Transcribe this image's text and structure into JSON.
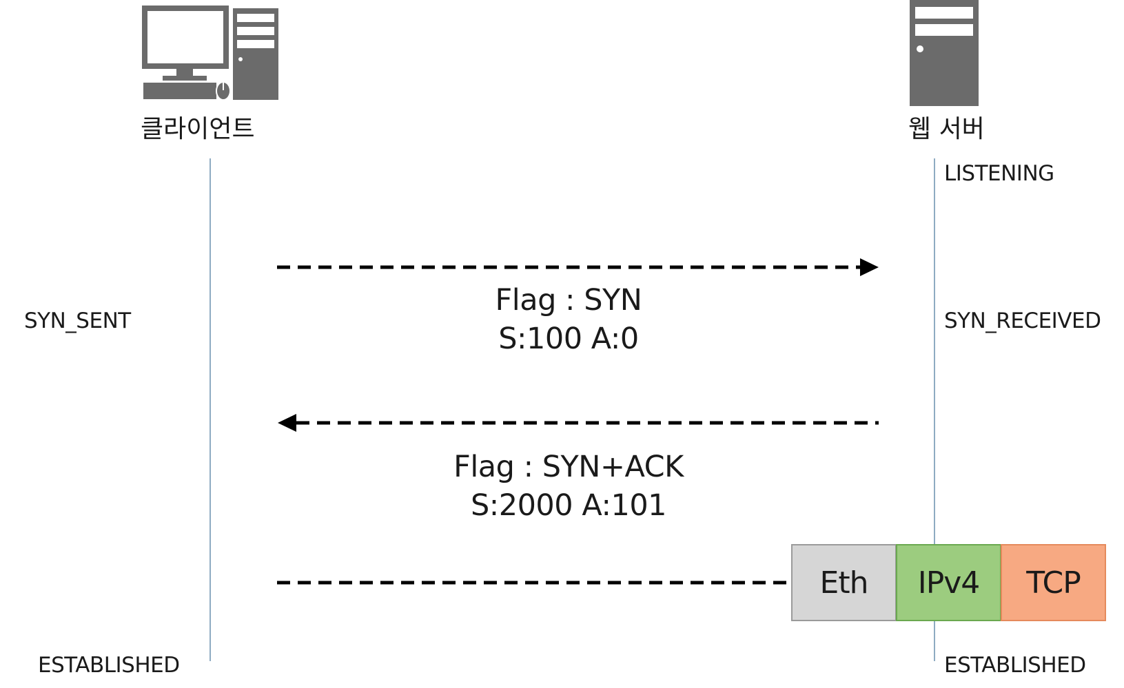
{
  "nodes": {
    "client": {
      "label": "클라이언트",
      "icon": "desktop-computer-icon"
    },
    "server": {
      "label": "웹 서버",
      "icon": "server-tower-icon"
    }
  },
  "states": {
    "server_listening": "LISTENING",
    "client_syn_sent": "SYN_SENT",
    "server_syn_received": "SYN_RECEIVED",
    "client_established": "ESTABLISHED",
    "server_established": "ESTABLISHED"
  },
  "messages": [
    {
      "direction": "client-to-server",
      "flag": "Flag : SYN",
      "seq_ack": "S:100 A:0"
    },
    {
      "direction": "server-to-client",
      "flag": "Flag : SYN+ACK",
      "seq_ack": "S:2000 A:101"
    },
    {
      "direction": "client-to-server",
      "flag": "",
      "seq_ack": ""
    }
  ],
  "packet": {
    "layers": [
      {
        "label": "Eth",
        "color": "#d6d6d6",
        "border": "#9a9a9a"
      },
      {
        "label": "IPv4",
        "color": "#9ccc7f",
        "border": "#6aa84f"
      },
      {
        "label": "TCP",
        "color": "#f7a982",
        "border": "#e58a5c"
      }
    ]
  },
  "colors": {
    "lifeline": "#8eabc2",
    "icon": "#6b6b6b"
  }
}
